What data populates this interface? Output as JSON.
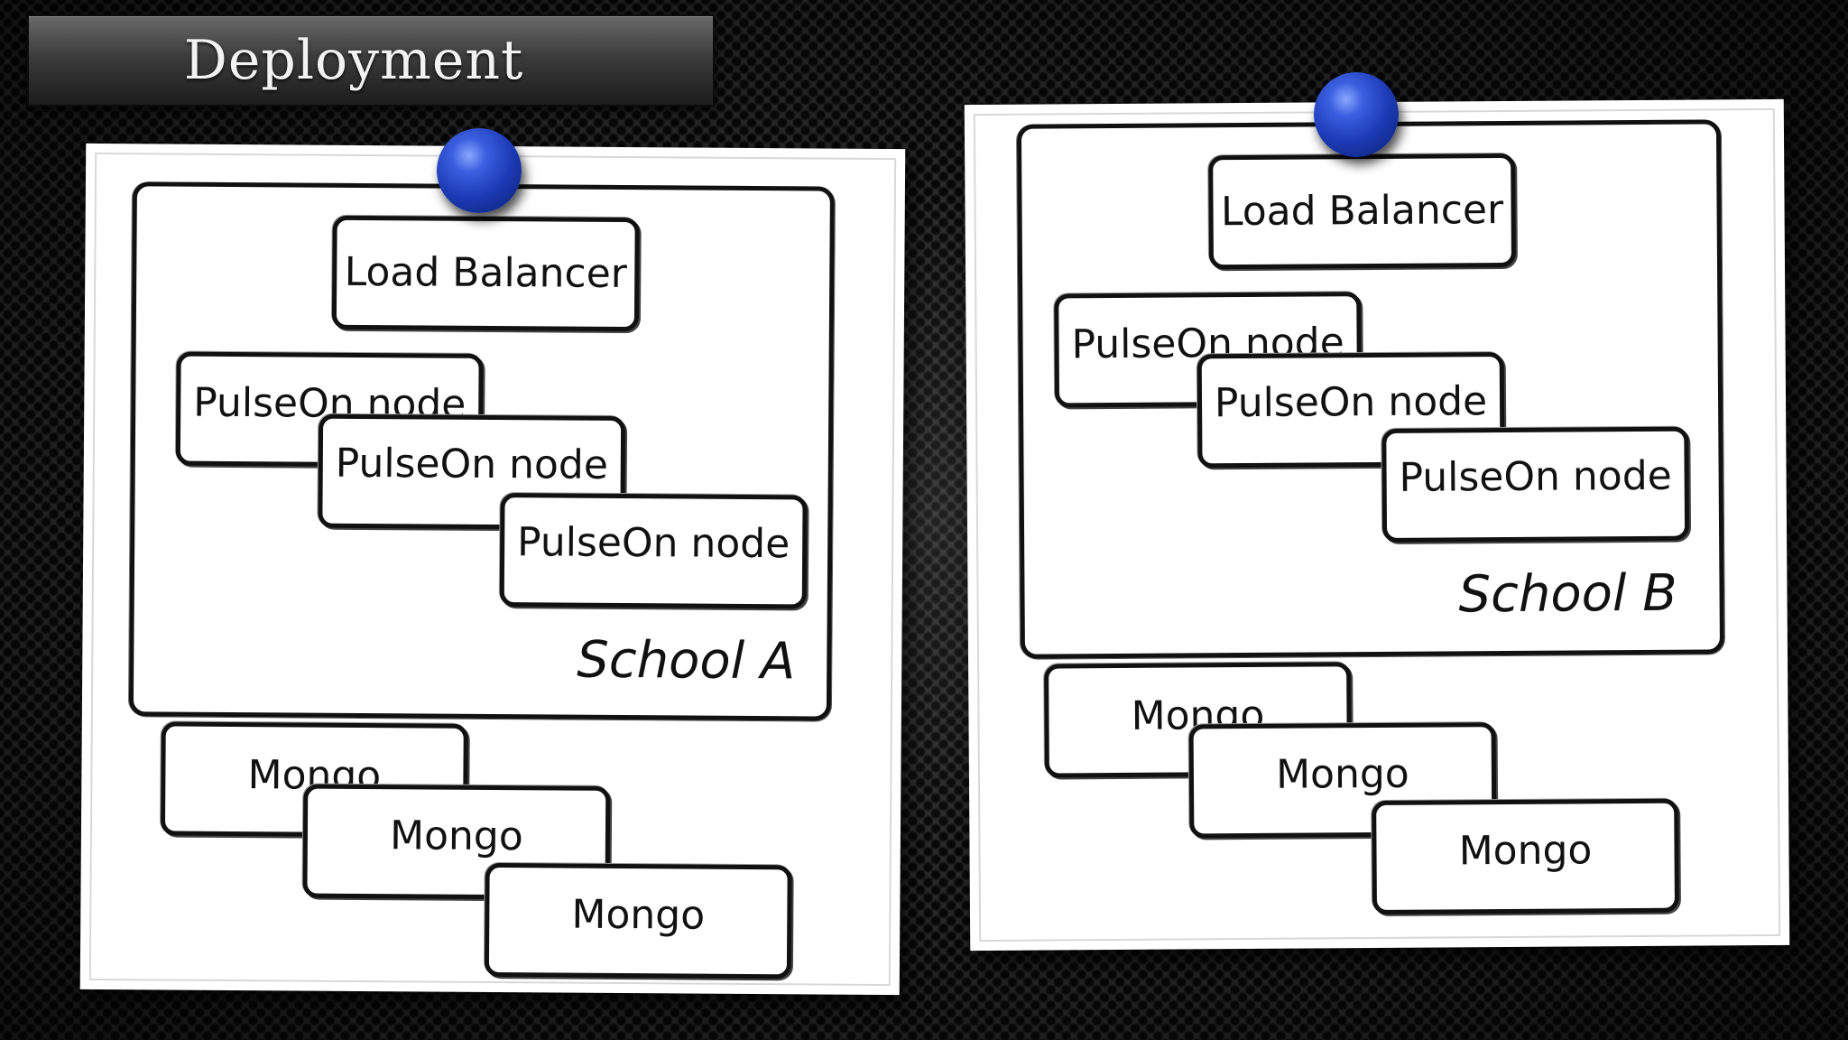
{
  "title": "Deployment",
  "panels": [
    {
      "school_label": "School A",
      "load_balancer": "Load Balancer",
      "nodes": [
        "PulseOn node",
        "PulseOn node",
        "PulseOn node"
      ],
      "mongos": [
        "Mongo",
        "Mongo",
        "Mongo"
      ]
    },
    {
      "school_label": "School B",
      "load_balancer": "Load Balancer",
      "nodes": [
        "PulseOn node",
        "PulseOn node",
        "PulseOn node"
      ],
      "mongos": [
        "Mongo",
        "Mongo",
        "Mongo"
      ]
    }
  ],
  "colors": {
    "pin": "#1c3ab5",
    "panel": "#ffffff",
    "ink": "#111111",
    "title_bar": "#3c3c3c"
  }
}
